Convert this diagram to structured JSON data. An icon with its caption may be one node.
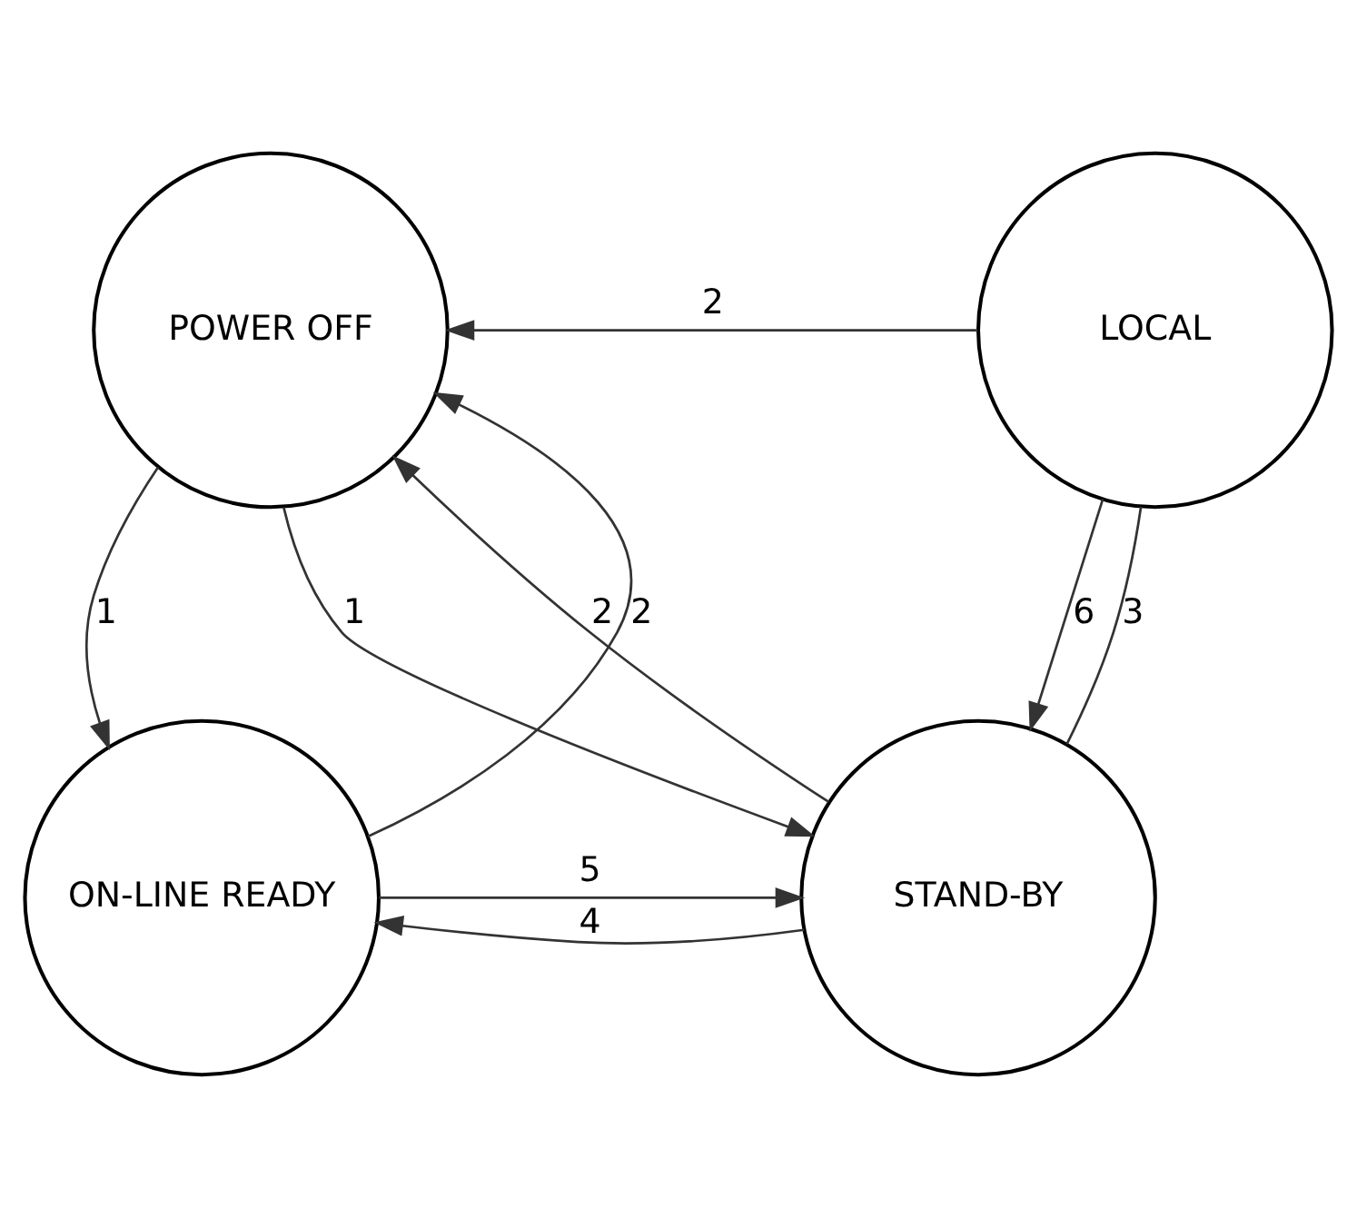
{
  "diagram": {
    "nodes": [
      {
        "text": [
          "POWER OFF"
        ]
      },
      {
        "text": [
          "LOCAL"
        ]
      },
      {
        "text": [
          "STAND-BY"
        ]
      },
      {
        "text": [
          "ON-LINE READY"
        ]
      }
    ],
    "edges": [
      {
        "from": 0,
        "to": 2,
        "arrow": "to",
        "label": "1"
      },
      {
        "from": 2,
        "to": 0,
        "arrow": "to",
        "label": "2"
      },
      {
        "from": 1,
        "to": 0,
        "arrow": "to",
        "label": "2"
      },
      {
        "from": 1,
        "to": 2,
        "arrow": "to",
        "label": "6"
      },
      {
        "from": 1,
        "to": 2,
        "arrow": "none",
        "label": "3"
      },
      {
        "from": 0,
        "to": 3,
        "arrow": "to",
        "label": "1"
      },
      {
        "from": 3,
        "to": 0,
        "arrow": "to",
        "label": "2"
      },
      {
        "from": 3,
        "to": 2,
        "arrow": "to",
        "label": "5"
      },
      {
        "from": 2,
        "to": 3,
        "arrow": "to",
        "label": "4"
      }
    ]
  }
}
